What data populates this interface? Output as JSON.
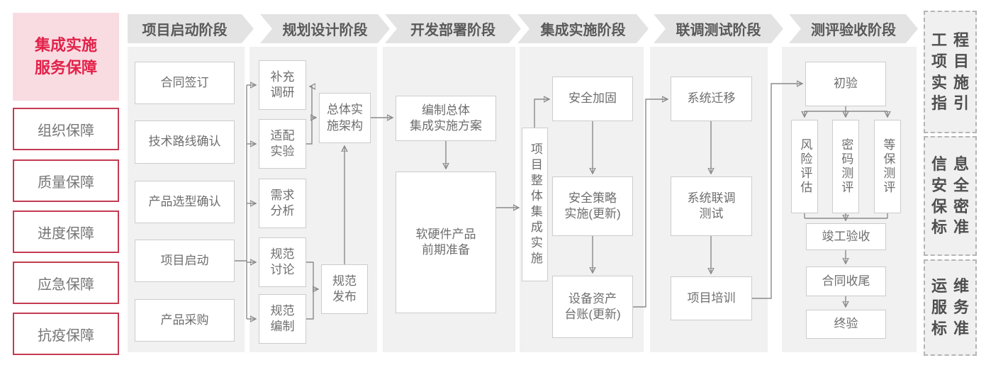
{
  "sidebar": {
    "title": "集成实施\n服务保障",
    "items": [
      {
        "label": "组织保障"
      },
      {
        "label": "质量保障"
      },
      {
        "label": "进度保障"
      },
      {
        "label": "应急保障"
      },
      {
        "label": "抗疫保障"
      }
    ]
  },
  "phases": [
    {
      "label": "项目启动阶段"
    },
    {
      "label": "规划设计阶段"
    },
    {
      "label": "开发部署阶段"
    },
    {
      "label": "集成实施阶段"
    },
    {
      "label": "联调测试阶段"
    },
    {
      "label": "测评验收阶段"
    }
  ],
  "nodes": {
    "contract_signing": "合同签订",
    "tech_route_confirm": "技术路线确认",
    "product_selection_confirm": "产品选型确认",
    "project_kickoff": "项目启动",
    "product_procurement": "产品采购",
    "supplementary_research": "补充\n调研",
    "adaptation_test": "适配\n实验",
    "requirement_analysis": "需求\n分析",
    "spec_discussion": "规范\n讨论",
    "spec_compilation": "规范\n编制",
    "overall_impl_architecture": "总体实\n施架构",
    "spec_release": "规范\n发布",
    "compile_overall_plan": "编制总体\n集成实施方案",
    "hw_sw_preparation": "软硬件产品\n前期准备",
    "overall_integration_impl": "项目整体集成实施",
    "security_hardening": "安全加固",
    "security_policy_impl": "安全策略\n实施(更新)",
    "asset_ledger_update": "设备资产\n台账(更新)",
    "system_migration": "系统迁移",
    "joint_commissioning_test": "系统联调\n测试",
    "project_training": "项目培训",
    "preliminary_acceptance": "初验",
    "risk_assessment": "风险评估",
    "crypto_evaluation": "密码测评",
    "mlps_evaluation": "等保测评",
    "completion_acceptance": "竣工验收",
    "contract_closure": "合同收尾",
    "final_acceptance": "终验"
  },
  "guides": [
    {
      "label": "工程\n项目\n实施\n指引"
    },
    {
      "label": "信息\n安全\n保密\n标准"
    },
    {
      "label": "运维\n服务\n标准"
    }
  ],
  "colors": {
    "accent_red_text": "#e3224a",
    "pink_background": "#f9dce2",
    "red_border": "#c43b52",
    "phase_header_bg": "#e3e3e3",
    "column_bg": "#f1f1f1",
    "node_border": "#cccccc",
    "node_text": "#6e6e6e",
    "connector": "#8a8a8a"
  }
}
